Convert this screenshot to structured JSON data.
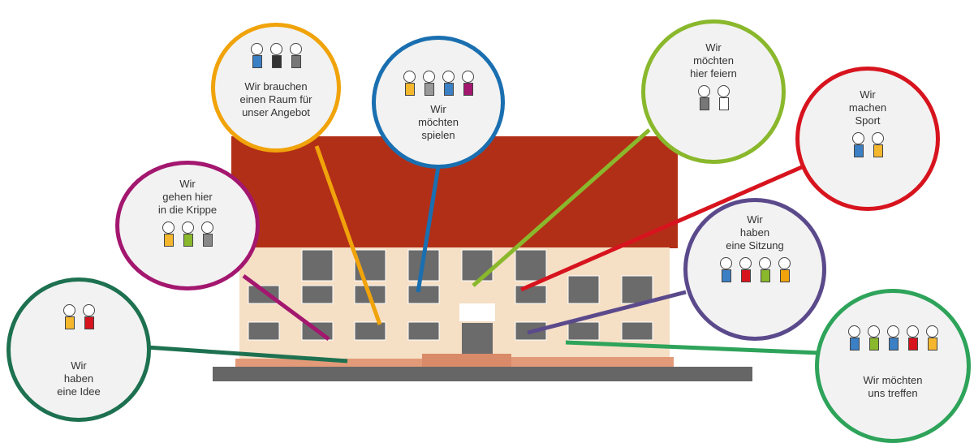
{
  "bubbles": [
    {
      "id": "angebot",
      "text": "Wir brauchen\neinen Raum für\nunser Angebot",
      "color": "#f0a30a"
    },
    {
      "id": "spielen",
      "text": "Wir\nmöchten\nspielen",
      "color": "#1a6fb0"
    },
    {
      "id": "feiern",
      "text": "Wir\nmöchten\nhier feiern",
      "color": "#8ab82c"
    },
    {
      "id": "sport",
      "text": "Wir\nmachen\nSport",
      "color": "#d7141e"
    },
    {
      "id": "sitzung",
      "text": "Wir\nhaben\neine Sitzung",
      "color": "#5b4a8b"
    },
    {
      "id": "treffen",
      "text": "Wir möchten\nuns treffen",
      "color": "#2ea35a"
    },
    {
      "id": "idee",
      "text": "Wir\nhaben\neine Idee",
      "color": "#1d7150"
    },
    {
      "id": "krippe",
      "text": "Wir\ngehen hier\nin die Krippe",
      "color": "#a3176f"
    }
  ],
  "colors": {
    "roof": "#b22f17",
    "facade": "#f5dfc5",
    "base": "#666666",
    "ramp": "#e39a78"
  }
}
